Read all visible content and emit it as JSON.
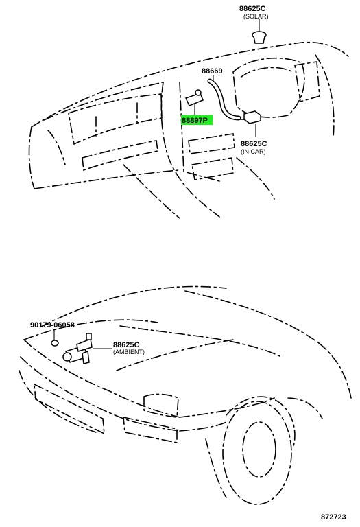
{
  "callouts": {
    "solar": {
      "part_no": "88625C",
      "note": "(SOLAR)"
    },
    "hose": {
      "part_no": "88669"
    },
    "highlighted": {
      "part_no": "88897P",
      "highlight_color": "#22ee22"
    },
    "in_car": {
      "part_no": "88625C",
      "note": "(IN CAR)"
    },
    "bolt": {
      "part_no": "90179-06058"
    },
    "ambient": {
      "part_no": "88625C",
      "note": "(AMBIENT)"
    }
  },
  "diagram_number": "872723"
}
